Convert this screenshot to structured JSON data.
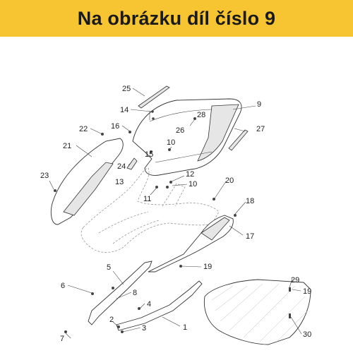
{
  "banner": {
    "title": "Na obrázku díl číslo 9",
    "background_color": "#f7c531",
    "text_color": "#1a1a1a"
  },
  "diagram": {
    "labels": {
      "l1": "1",
      "l2": "2",
      "l3": "3",
      "l4": "4",
      "l5": "5",
      "l6": "6",
      "l7": "7",
      "l8": "8",
      "l9": "9",
      "l10a": "10",
      "l10b": "10",
      "l11": "11",
      "l12": "12",
      "l13": "13",
      "l14": "14",
      "l15": "15",
      "l16": "16",
      "l17": "17",
      "l18": "18",
      "l19a": "19",
      "l19b": "19",
      "l20": "20",
      "l21": "21",
      "l22": "22",
      "l23": "23",
      "l24": "24",
      "l25": "25",
      "l26": "26",
      "l27": "27",
      "l28": "28",
      "l29": "29",
      "l30": "30"
    }
  }
}
